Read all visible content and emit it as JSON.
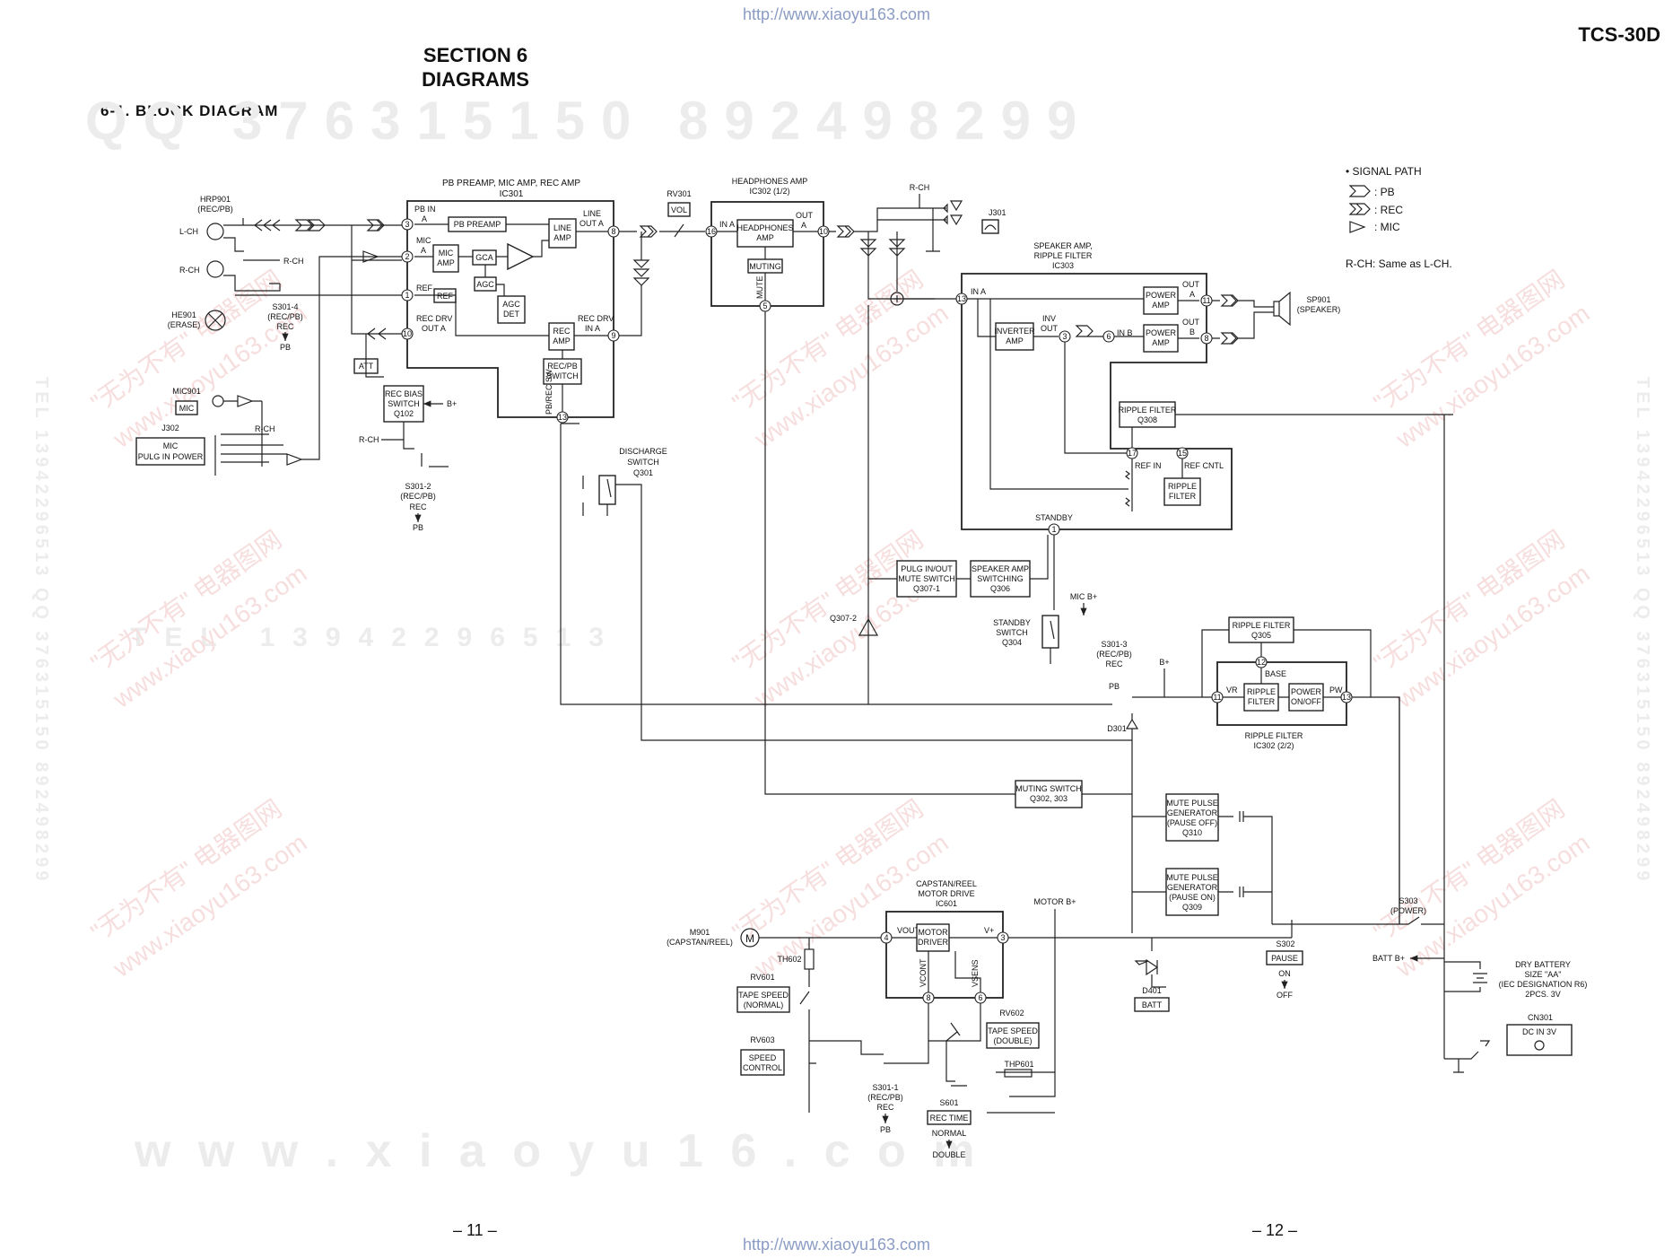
{
  "header": {
    "url": "http://www.xiaoyu163.com",
    "model": "TCS-30D",
    "section_line1": "SECTION  6",
    "section_line2": "DIAGRAMS",
    "subtitle": "6-1.   BLOCK  DIAGRAM"
  },
  "footer": {
    "url": "http://www.xiaoyu163.com",
    "page_left": "– 11 –",
    "page_right": "– 12 –"
  },
  "watermarks": {
    "qq_row": "QQ  376315150    892498299",
    "tel_row": "TEL  13942296513",
    "www_row": "w w w . x i a o y u 1 6 . c o m",
    "side": "TEL 13942296513  QQ 376315150  892498299",
    "cn": "\"无为不有\" 电器图网",
    "cn_url": "www.xiaoyu163.com"
  },
  "legend": {
    "title": "• SIGNAL PATH",
    "pb": ": PB",
    "rec": ": REC",
    "mic": ": MIC",
    "note": "R-CH: Same as L-CH."
  },
  "blocks": {
    "ic301_title": "PB PREAMP, MIC AMP, REC  AMP",
    "ic301": "IC301",
    "pb_in": "PB IN",
    "a1": "A",
    "pb_preamp": "PB PREAMP",
    "line_amp1": "LINE",
    "line_amp2": "AMP",
    "line_out": "LINE",
    "line_out_a": "OUT A",
    "mic_in": "MIC",
    "mic_a": "A",
    "mic_amp1": "MIC",
    "mic_amp2": "AMP",
    "gca": "GCA",
    "agc": "AGC",
    "agc_det1": "AGC",
    "agc_det2": "DET",
    "ref_pin": "REF",
    "ref_box": "REF",
    "rec_drv": "REC DRV",
    "out_a": "OUT A",
    "rec_amp1": "REC",
    "rec_amp2": "AMP",
    "rec_drv_in": "REC DRV",
    "in_a": "IN A",
    "recpb_sw1": "REC/PB",
    "recpb_sw2": "SWITCH",
    "pbrec_sw": "PB/REC SW",
    "hrp901": "HRP901",
    "hrp901_sub": "(REC/PB)",
    "lch": "L-CH",
    "rch": "R-CH",
    "rch2": "R-CH",
    "he901": "HE901",
    "he901_sub": "(ERASE)",
    "s301_4": "S301-4",
    "s301_4_sub": "(REC/PB)",
    "rec": "REC",
    "pb": "PB",
    "att": "ATT",
    "rec_bias1": "REC BIAS",
    "rec_bias2": "SWITCH",
    "rec_bias3": "Q102",
    "bplus": "B+",
    "rch3": "R-CH",
    "s301_2": "S301-2",
    "s301_2_sub": "(REC/PB)",
    "rec2": "REC",
    "pb2": "PB",
    "mic901": "MIC901",
    "mic_box": "MIC",
    "j302": "J302",
    "mic_pulg1": "MIC",
    "mic_pulg2": "PULG IN POWER",
    "rch4": "R-CH",
    "rv301": "RV301",
    "vol": "VOL",
    "hp_title": "HEADPHONES AMP",
    "ic302_12": "IC302 (1/2)",
    "hp_in_a": "IN A",
    "hp_amp1": "HEADPHONES",
    "hp_amp2": "AMP",
    "hp_out": "OUT",
    "hp_out_a": "A",
    "muting": "MUTING",
    "mute": "MUTE",
    "rch5": "R-CH",
    "j301": "J301",
    "discharge1": "DISCHARGE",
    "discharge2": "SWITCH",
    "discharge3": "Q301",
    "sp_title1": "SPEAKER AMP,",
    "sp_title2": "RIPPLE FILTER",
    "ic303": "IC303",
    "sp_in_a": "IN A",
    "power_amp1": "POWER",
    "power_amp2": "AMP",
    "out_a2": "OUT",
    "out_a2b": "A",
    "out_b": "OUT",
    "out_bb": "B",
    "in_b": "IN B",
    "inv_out1": "INV",
    "inv_out2": "OUT",
    "inverter1": "INVERTER",
    "inverter2": "AMP",
    "sp901": "SP901",
    "sp901_sub": "(SPEAKER)",
    "rf308_1": "RIPPLE FILTER",
    "rf308_2": "Q308",
    "ref_in": "REF IN",
    "ref_cntl": "REF CNTL",
    "ripple_f1": "RIPPLE",
    "ripple_f2": "FILTER",
    "standby": "STANDBY",
    "pulg_mute1": "PULG IN/OUT",
    "pulg_mute2": "MUTE SWITCH",
    "pulg_mute3": "Q307-1",
    "sp_sw1": "SPEAKER AMP",
    "sp_sw2": "SWITCHING",
    "sp_sw3": "Q306",
    "q307_2": "Q307-2",
    "mic_bplus": "MIC B+",
    "standby_sw1": "STANDBY",
    "standby_sw2": "SWITCH",
    "standby_sw3": "Q304",
    "s301_3": "S301-3",
    "s301_3_sub": "(REC/PB)",
    "rec3": "REC",
    "pb3": "PB",
    "bplus2": "B+",
    "d301": "D301",
    "rf305_1": "RIPPLE FILTER",
    "rf305_2": "Q305",
    "base": "BASE",
    "vr": "VR",
    "pw": "PW",
    "ripple2_1": "RIPPLE",
    "ripple2_2": "FILTER",
    "power_onoff1": "POWER",
    "power_onoff2": "ON/OFF",
    "rf_ic302_1": "RIPPLE FILTER",
    "rf_ic302_2": "IC302 (2/2)",
    "muting_sw1": "MUTING SWITCH",
    "muting_sw2": "Q302, 303",
    "mpg310_1": "MUTE PULSE",
    "mpg310_2": "GENERATOR",
    "mpg310_3": "(PAUSE OFF)",
    "mpg310_4": "Q310",
    "mpg309_1": "MUTE PULSE",
    "mpg309_2": "GENERATOR",
    "mpg309_3": "(PAUSE ON)",
    "mpg309_4": "Q309",
    "cap_title1": "CAPSTAN/REEL",
    "cap_title2": "MOTOR DRIVE",
    "ic601": "IC601",
    "vout": "VOUT",
    "vplus": "V+",
    "motor_drv1": "MOTOR",
    "motor_drv2": "DRIVER",
    "vcont": "VCONT",
    "vsens": "VSENS",
    "motor_bplus": "MOTOR B+",
    "m901": "M901",
    "m901_sub": "(CAPSTAN/REEL)",
    "m_letter": "M",
    "th602": "TH602",
    "rv601": "RV601",
    "tape_normal1": "TAPE SPEED",
    "tape_normal2": "(NORMAL)",
    "rv603": "RV603",
    "speed_ctrl1": "SPEED",
    "speed_ctrl2": "CONTROL",
    "s301_1": "S301-1",
    "s301_1_sub": "(REC/PB)",
    "rec4": "REC",
    "pb4": "PB",
    "rv602": "RV602",
    "tape_double1": "TAPE SPEED",
    "tape_double2": "(DOUBLE)",
    "thp601": "THP601",
    "s601": "S601",
    "rec_time": "REC TIME",
    "normal": "NORMAL",
    "double": "DOUBLE",
    "d401": "D401",
    "batt": "BATT",
    "s302": "S302",
    "pause": "PAUSE",
    "on": "ON",
    "off": "OFF",
    "s303": "S303",
    "s303_sub": "(POWER)",
    "batt_bplus": "BATT B+",
    "dry1": "DRY BATTERY",
    "dry2": "SIZE \"AA\"",
    "dry3": "(IEC DESIGNATION R6)",
    "dry4": "2PCS. 3V",
    "cn301": "CN301",
    "dc_in": "DC IN 3V"
  },
  "pins": {
    "p3": "3",
    "p2": "2",
    "p1": "1",
    "p10": "10",
    "p8": "8",
    "p9": "9",
    "p13": "13",
    "p16": "16",
    "p10b": "10",
    "p5": "5",
    "p13b": "13",
    "p11": "11",
    "p8b": "8",
    "p3b": "3",
    "p6": "6",
    "p17": "17",
    "p15": "15",
    "p1b": "1",
    "p12": "12",
    "p11b": "11",
    "p13c": "13",
    "p4": "4",
    "p3c": "3",
    "p8c": "8",
    "p6b": "6"
  }
}
